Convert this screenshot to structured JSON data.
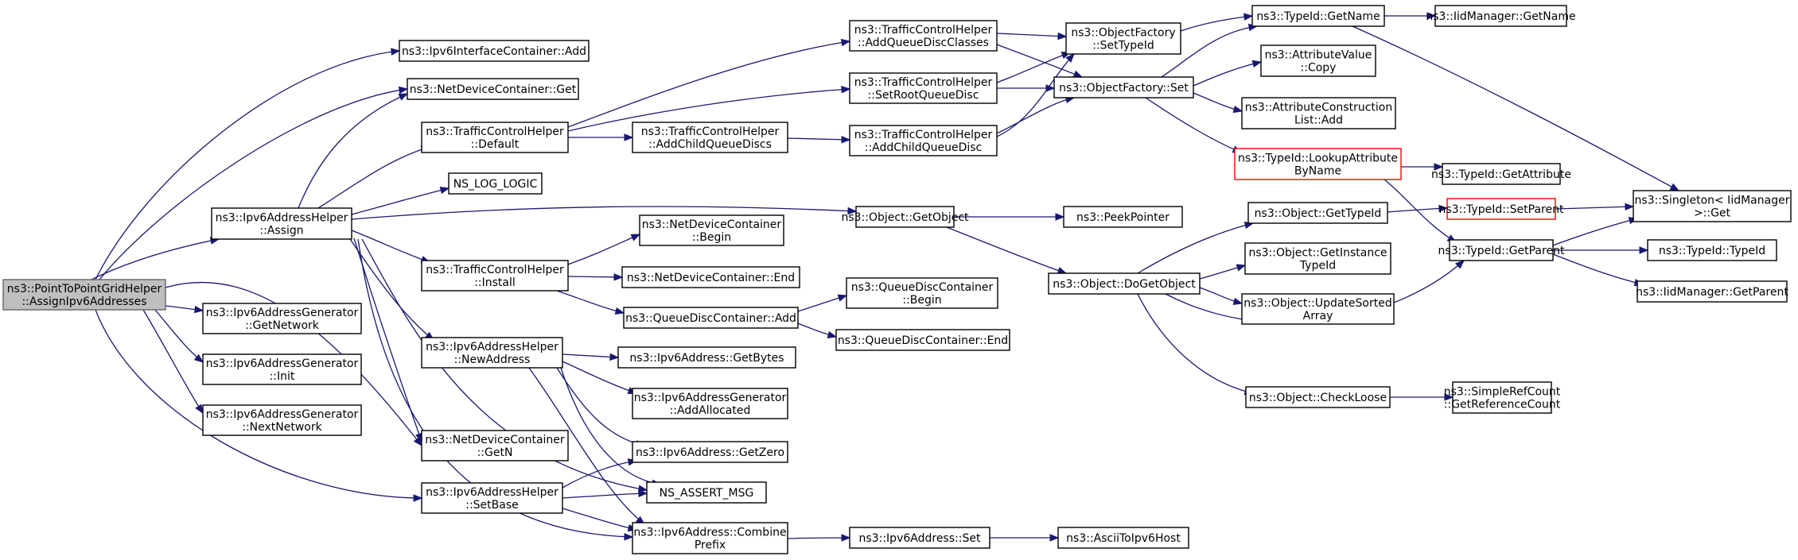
{
  "colors": {
    "edge": "#191970",
    "root_fill": "#bfbfbf",
    "red_border": "#ff0000"
  },
  "nodes": [
    {
      "id": "root",
      "lines": [
        "ns3::PointToPointGridHelper",
        "::AssignIpv6Addresses"
      ],
      "style": "root"
    },
    {
      "id": "ifc_add",
      "lines": [
        "ns3::Ipv6InterfaceContainer::Add"
      ]
    },
    {
      "id": "ndc_get",
      "lines": [
        "ns3::NetDeviceContainer::Get"
      ]
    },
    {
      "id": "tch_default",
      "lines": [
        "ns3::TrafficControlHelper",
        "::Default"
      ]
    },
    {
      "id": "log_logic",
      "lines": [
        "NS_LOG_LOGIC"
      ]
    },
    {
      "id": "assign",
      "lines": [
        "ns3::Ipv6AddressHelper",
        "::Assign"
      ]
    },
    {
      "id": "tch_install",
      "lines": [
        "ns3::TrafficControlHelper",
        "::Install"
      ]
    },
    {
      "id": "gen_getnetwork",
      "lines": [
        "ns3::Ipv6AddressGenerator",
        "::GetNetwork"
      ]
    },
    {
      "id": "gen_init",
      "lines": [
        "ns3::Ipv6AddressGenerator",
        "::Init"
      ]
    },
    {
      "id": "gen_nextnetwork",
      "lines": [
        "ns3::Ipv6AddressGenerator",
        "::NextNetwork"
      ]
    },
    {
      "id": "newaddress",
      "lines": [
        "ns3::Ipv6AddressHelper",
        "::NewAddress"
      ]
    },
    {
      "id": "ndc_getn",
      "lines": [
        "ns3::NetDeviceContainer",
        "::GetN"
      ]
    },
    {
      "id": "setbase",
      "lines": [
        "ns3::Ipv6AddressHelper",
        "::SetBase"
      ]
    },
    {
      "id": "tch_addqdc",
      "lines": [
        "ns3::TrafficControlHelper",
        "::AddQueueDiscClasses"
      ]
    },
    {
      "id": "tch_setroot",
      "lines": [
        "ns3::TrafficControlHelper",
        "::SetRootQueueDisc"
      ]
    },
    {
      "id": "tch_addchildqds",
      "lines": [
        "ns3::TrafficControlHelper",
        "::AddChildQueueDiscs"
      ]
    },
    {
      "id": "tch_addchildqd",
      "lines": [
        "ns3::TrafficControlHelper",
        "::AddChildQueueDisc"
      ]
    },
    {
      "id": "obj_getobject",
      "lines": [
        "ns3::Object::GetObject"
      ]
    },
    {
      "id": "ndc_begin",
      "lines": [
        "ns3::NetDeviceContainer",
        "::Begin"
      ]
    },
    {
      "id": "ndc_end",
      "lines": [
        "ns3::NetDeviceContainer::End"
      ]
    },
    {
      "id": "qdc_add",
      "lines": [
        "ns3::QueueDiscContainer::Add"
      ]
    },
    {
      "id": "qdc_begin",
      "lines": [
        "ns3::QueueDiscContainer",
        "::Begin"
      ]
    },
    {
      "id": "qdc_end",
      "lines": [
        "ns3::QueueDiscContainer::End"
      ]
    },
    {
      "id": "addr_getbytes",
      "lines": [
        "ns3::Ipv6Address::GetBytes"
      ]
    },
    {
      "id": "gen_addallocated",
      "lines": [
        "ns3::Ipv6AddressGenerator",
        "::AddAllocated"
      ]
    },
    {
      "id": "addr_getzero",
      "lines": [
        "ns3::Ipv6Address::GetZero"
      ]
    },
    {
      "id": "assert_msg",
      "lines": [
        "NS_ASSERT_MSG"
      ]
    },
    {
      "id": "addr_combine",
      "lines": [
        "ns3::Ipv6Address::Combine",
        "Prefix"
      ]
    },
    {
      "id": "addr_set",
      "lines": [
        "ns3::Ipv6Address::Set"
      ]
    },
    {
      "id": "ascii",
      "lines": [
        "ns3::AsciiToIpv6Host"
      ]
    },
    {
      "id": "of_settypeid",
      "lines": [
        "ns3::ObjectFactory",
        "::SetTypeId"
      ]
    },
    {
      "id": "of_set",
      "lines": [
        "ns3::ObjectFactory::Set"
      ]
    },
    {
      "id": "peek",
      "lines": [
        "ns3::PeekPointer"
      ]
    },
    {
      "id": "obj_dogetobject",
      "lines": [
        "ns3::Object::DoGetObject"
      ]
    },
    {
      "id": "tid_getname",
      "lines": [
        "ns3::TypeId::GetName"
      ]
    },
    {
      "id": "attr_copy",
      "lines": [
        "ns3::AttributeValue",
        "::Copy"
      ]
    },
    {
      "id": "acl_add",
      "lines": [
        "ns3::AttributeConstruction",
        "List::Add"
      ]
    },
    {
      "id": "tid_lookup",
      "lines": [
        "ns3::TypeId::LookupAttribute",
        "ByName"
      ],
      "style": "red"
    },
    {
      "id": "obj_gettypeid",
      "lines": [
        "ns3::Object::GetTypeId"
      ]
    },
    {
      "id": "obj_getinstance",
      "lines": [
        "ns3::Object::GetInstance",
        "TypeId"
      ]
    },
    {
      "id": "obj_updatesorted",
      "lines": [
        "ns3::Object::UpdateSorted",
        "Array"
      ]
    },
    {
      "id": "obj_checkloose",
      "lines": [
        "ns3::Object::CheckLoose"
      ]
    },
    {
      "id": "iid_getname",
      "lines": [
        "ns3::IidManager::GetName"
      ]
    },
    {
      "id": "tid_getattribute",
      "lines": [
        "ns3::TypeId::GetAttribute"
      ]
    },
    {
      "id": "tid_setparent",
      "lines": [
        "ns3::TypeId::SetParent"
      ],
      "style": "red"
    },
    {
      "id": "tid_getparent",
      "lines": [
        "ns3::TypeId::GetParent"
      ]
    },
    {
      "id": "src_getrefcount",
      "lines": [
        "ns3::SimpleRefCount",
        "::GetReferenceCount"
      ]
    },
    {
      "id": "singleton",
      "lines": [
        "ns3::Singleton< IidManager",
        " >::Get"
      ]
    },
    {
      "id": "tid_typeid",
      "lines": [
        "ns3::TypeId::TypeId"
      ]
    },
    {
      "id": "iid_getparent",
      "lines": [
        "ns3::IidManager::GetParent"
      ]
    }
  ]
}
